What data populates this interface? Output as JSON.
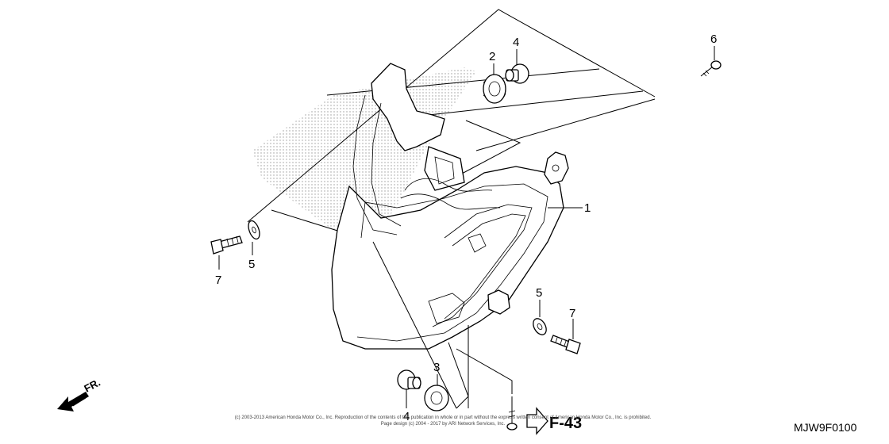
{
  "callouts": [
    {
      "label": "1",
      "part": "headlight-assembly"
    },
    {
      "label": "2",
      "part": "grommet-upper"
    },
    {
      "label": "3",
      "part": "grommet-lower"
    },
    {
      "label": "4",
      "part": "collar-upper"
    },
    {
      "label": "4",
      "part": "collar-lower"
    },
    {
      "label": "5",
      "part": "washer-left"
    },
    {
      "label": "5",
      "part": "washer-right"
    },
    {
      "label": "6",
      "part": "screw-top-right"
    },
    {
      "label": "7",
      "part": "bolt-left"
    },
    {
      "label": "7",
      "part": "bolt-right"
    }
  ],
  "reference": {
    "label": "F-43"
  },
  "direction": {
    "label": "FR."
  },
  "diagram_code": "MJW9F0100",
  "copyright": {
    "line1": "(c) 2003-2013 American Honda Motor Co., Inc. Reproduction of the contents of this publication in whole or in part without the express written consent of American Honda Motor Co., Inc. is prohibited.",
    "line2": "Page design (c) 2004 - 2017 by ARI Network Services, Inc."
  },
  "colors": {
    "line": "#000000",
    "stipple": "#9a9a9a",
    "background": "#ffffff"
  }
}
